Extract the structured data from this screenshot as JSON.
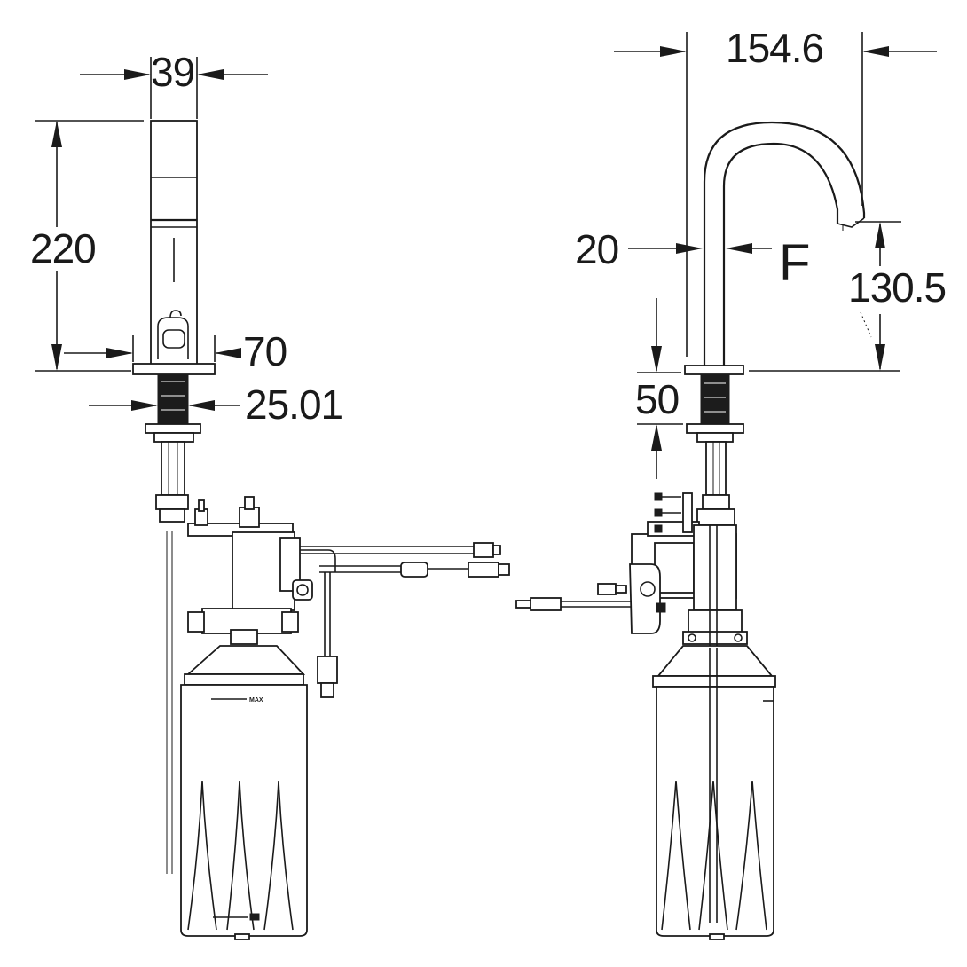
{
  "drawing": {
    "front_view": {
      "dimensions": {
        "body_width": "39",
        "height": "220",
        "base_width": "70",
        "shank_diameter": "25.01"
      },
      "tank_label": "MAX"
    },
    "side_view": {
      "dimensions": {
        "reach": "154.6",
        "spout_diameter": "20",
        "spout_height": "130.5",
        "shank_length": "50"
      },
      "symbol": "F"
    }
  }
}
